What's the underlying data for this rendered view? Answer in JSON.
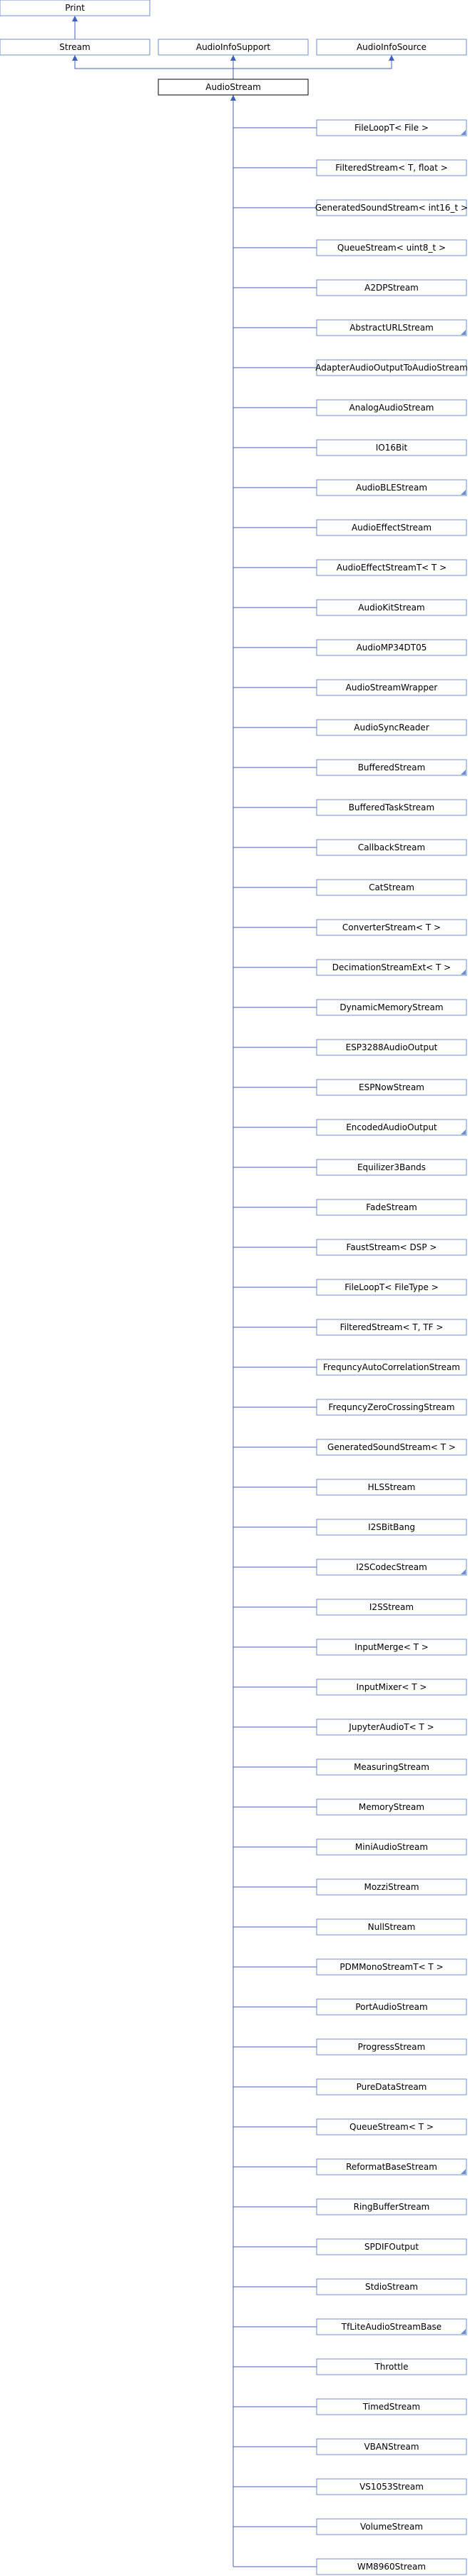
{
  "diagram": {
    "root": {
      "label": "Print"
    },
    "bases": [
      {
        "label": "Stream"
      },
      {
        "label": "AudioInfoSupport"
      },
      {
        "label": "AudioInfoSource"
      }
    ],
    "current": {
      "label": "AudioStream"
    },
    "children": [
      {
        "label": "FileLoopT< File >",
        "has_children": true
      },
      {
        "label": "FilteredStream< T, float >",
        "has_children": false
      },
      {
        "label": "GeneratedSoundStream< int16_t >",
        "has_children": false
      },
      {
        "label": "QueueStream< uint8_t >",
        "has_children": false
      },
      {
        "label": "A2DPStream",
        "has_children": false
      },
      {
        "label": "AbstractURLStream",
        "has_children": true
      },
      {
        "label": "AdapterAudioOutputToAudioStream",
        "has_children": false
      },
      {
        "label": "AnalogAudioStream",
        "has_children": false
      },
      {
        "label": "IO16Bit",
        "has_children": false
      },
      {
        "label": "AudioBLEStream",
        "has_children": true
      },
      {
        "label": "AudioEffectStream",
        "has_children": false
      },
      {
        "label": "AudioEffectStreamT< T >",
        "has_children": false
      },
      {
        "label": "AudioKitStream",
        "has_children": false
      },
      {
        "label": "AudioMP34DT05",
        "has_children": false
      },
      {
        "label": "AudioStreamWrapper",
        "has_children": false
      },
      {
        "label": "AudioSyncReader",
        "has_children": false
      },
      {
        "label": "BufferedStream",
        "has_children": true
      },
      {
        "label": "BufferedTaskStream",
        "has_children": false
      },
      {
        "label": "CallbackStream",
        "has_children": false
      },
      {
        "label": "CatStream",
        "has_children": false
      },
      {
        "label": "ConverterStream< T >",
        "has_children": false
      },
      {
        "label": "DecimationStreamExt< T >",
        "has_children": true
      },
      {
        "label": "DynamicMemoryStream",
        "has_children": false
      },
      {
        "label": "ESP3288AudioOutput",
        "has_children": false
      },
      {
        "label": "ESPNowStream",
        "has_children": false
      },
      {
        "label": "EncodedAudioOutput",
        "has_children": true
      },
      {
        "label": "Equilizer3Bands",
        "has_children": false
      },
      {
        "label": "FadeStream",
        "has_children": false
      },
      {
        "label": "FaustStream< DSP >",
        "has_children": false
      },
      {
        "label": "FileLoopT< FileType >",
        "has_children": false
      },
      {
        "label": "FilteredStream< T, TF >",
        "has_children": false
      },
      {
        "label": "FrequncyAutoCorrelationStream",
        "has_children": false
      },
      {
        "label": "FrequncyZeroCrossingStream",
        "has_children": false
      },
      {
        "label": "GeneratedSoundStream< T >",
        "has_children": false
      },
      {
        "label": "HLSStream",
        "has_children": false
      },
      {
        "label": "I2SBitBang",
        "has_children": false
      },
      {
        "label": "I2SCodecStream",
        "has_children": true
      },
      {
        "label": "I2SStream",
        "has_children": false
      },
      {
        "label": "InputMerge< T >",
        "has_children": false
      },
      {
        "label": "InputMixer< T >",
        "has_children": false
      },
      {
        "label": "JupyterAudioT< T >",
        "has_children": false
      },
      {
        "label": "MeasuringStream",
        "has_children": false
      },
      {
        "label": "MemoryStream",
        "has_children": false
      },
      {
        "label": "MiniAudioStream",
        "has_children": false
      },
      {
        "label": "MozziStream",
        "has_children": false
      },
      {
        "label": "NullStream",
        "has_children": false
      },
      {
        "label": "PDMMonoStreamT< T >",
        "has_children": false
      },
      {
        "label": "PortAudioStream",
        "has_children": false
      },
      {
        "label": "ProgressStream",
        "has_children": false
      },
      {
        "label": "PureDataStream",
        "has_children": false
      },
      {
        "label": "QueueStream< T >",
        "has_children": false
      },
      {
        "label": "ReformatBaseStream",
        "has_children": true
      },
      {
        "label": "RingBufferStream",
        "has_children": false
      },
      {
        "label": "SPDIFOutput",
        "has_children": false
      },
      {
        "label": "StdioStream",
        "has_children": false
      },
      {
        "label": "TfLiteAudioStreamBase",
        "has_children": true
      },
      {
        "label": "Throttle",
        "has_children": false
      },
      {
        "label": "TimedStream",
        "has_children": false
      },
      {
        "label": "VBANStream",
        "has_children": false
      },
      {
        "label": "VS1053Stream",
        "has_children": false
      },
      {
        "label": "VolumeStream",
        "has_children": false
      },
      {
        "label": "WM8960Stream",
        "has_children": false
      }
    ]
  },
  "colors": {
    "edge": "#3f5fbf",
    "node_border": "#6f8fcf",
    "current_border": "#000000"
  }
}
